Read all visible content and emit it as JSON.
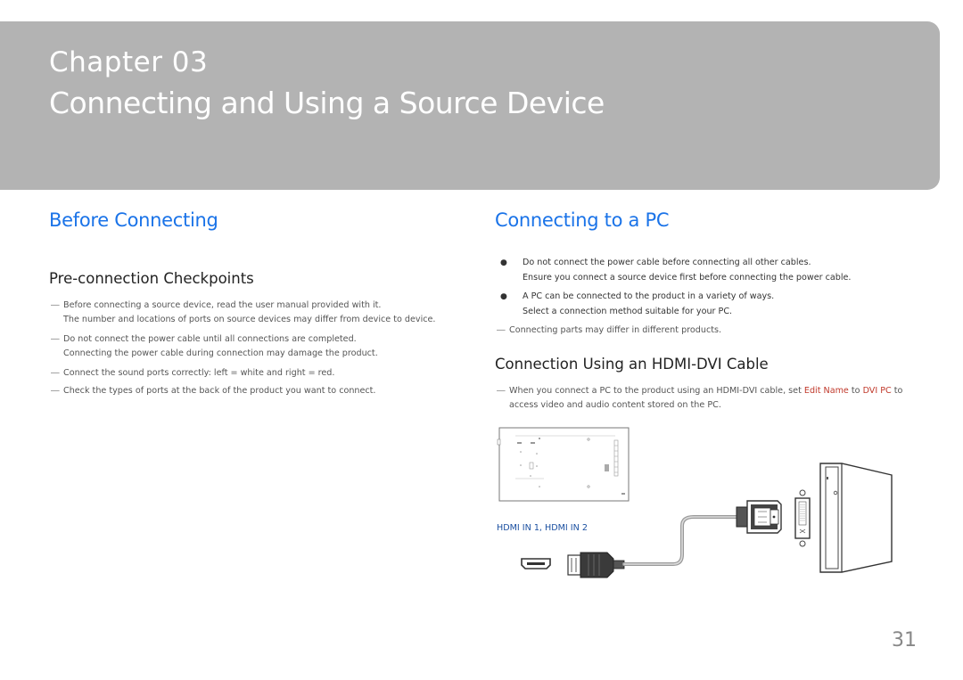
{
  "header": {
    "chapter_label": "Chapter  03",
    "chapter_title": "Connecting and Using a Source Device"
  },
  "left": {
    "section_title": "Before Connecting",
    "subsection_title": "Pre-connection Checkpoints",
    "notes": [
      {
        "line1": "Before connecting a source device, read the user manual provided with it.",
        "line2": "The number and locations of ports on source devices may differ from device to device."
      },
      {
        "line1": "Do not connect the power cable until all connections are completed.",
        "line2": "Connecting the power cable during connection may damage the product."
      },
      {
        "line1": "Connect the sound ports correctly: left = white and right = red."
      },
      {
        "line1": "Check the types of ports at the back of the product you want to connect."
      }
    ]
  },
  "right": {
    "section_title": "Connecting to a PC",
    "bullets": [
      {
        "line1": "Do not connect the power cable before connecting all other cables.",
        "line2": "Ensure you connect a source device first before connecting the power cable."
      },
      {
        "line1": "A PC can be connected to the product in a variety of ways.",
        "line2": "Select a connection method suitable for your PC."
      }
    ],
    "note": "Connecting parts may differ in different products.",
    "subsection_title": "Connection Using an HDMI-DVI Cable",
    "hdmi_note": {
      "before": "When you connect a PC to the product using an HDMI-DVI cable, set ",
      "edit_name": "Edit Name",
      "to": " to ",
      "dvi_pc": "DVI PC",
      "after": " to",
      "line2": "access video and audio content stored on the PC."
    },
    "caption": "HDMI IN 1, HDMI IN 2"
  },
  "dash_glyph": "―",
  "bullet_glyph": "●",
  "page_number": "31"
}
